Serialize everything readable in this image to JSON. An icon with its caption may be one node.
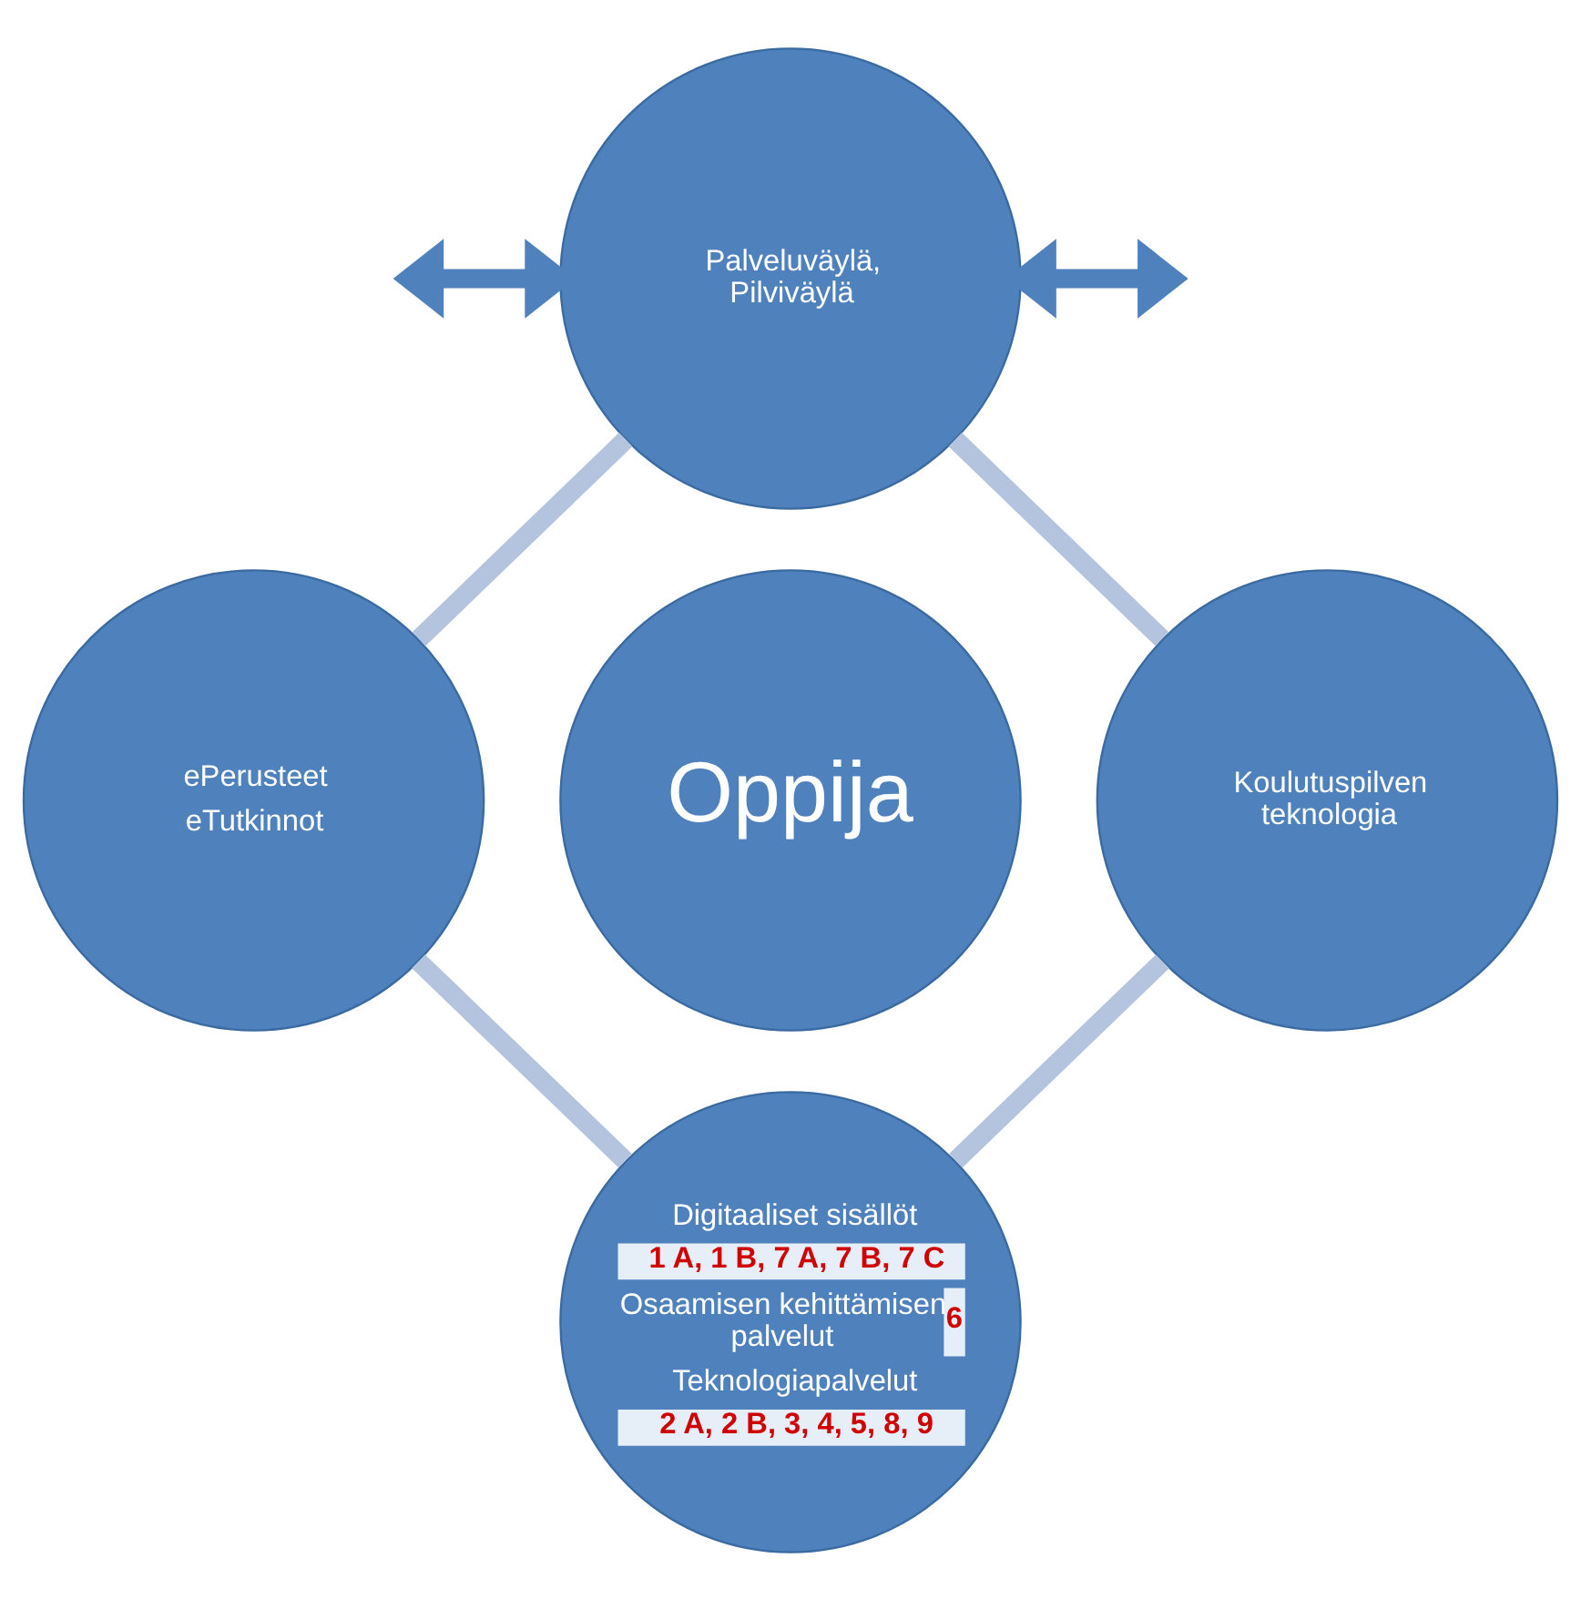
{
  "diagram": {
    "nodes": [
      {
        "text": [
          "Palveluväylä, Pilviväylä"
        ]
      },
      {
        "text": [
          "ePerusteet",
          "eTutkinnot"
        ]
      },
      {
        "text": [
          "Oppija"
        ]
      },
      {
        "text": [
          "Koulutuspilven teknologia"
        ]
      },
      {
        "text": [
          "Digitaaliset sisällöt",
          "1 A, 1 B, 7 A, 7 B, 7 C",
          "Osaamisen kehittämisen palvelut",
          "6",
          "Teknologiapalvelut",
          "2 A, 2 B, 3, 4, 5, 8, 9"
        ]
      }
    ],
    "edges": [
      {
        "from": null,
        "to": 0,
        "arrow": "both",
        "color": "#4f81bd"
      },
      {
        "from": 0,
        "to": null,
        "arrow": "both",
        "color": "#4f81bd"
      },
      {
        "from": 0,
        "to": 3,
        "arrow": "none"
      },
      {
        "from": 3,
        "to": 4,
        "arrow": "none"
      },
      {
        "from": 4,
        "to": 1,
        "arrow": "none"
      },
      {
        "from": 1,
        "to": 0,
        "arrow": "none"
      }
    ]
  }
}
